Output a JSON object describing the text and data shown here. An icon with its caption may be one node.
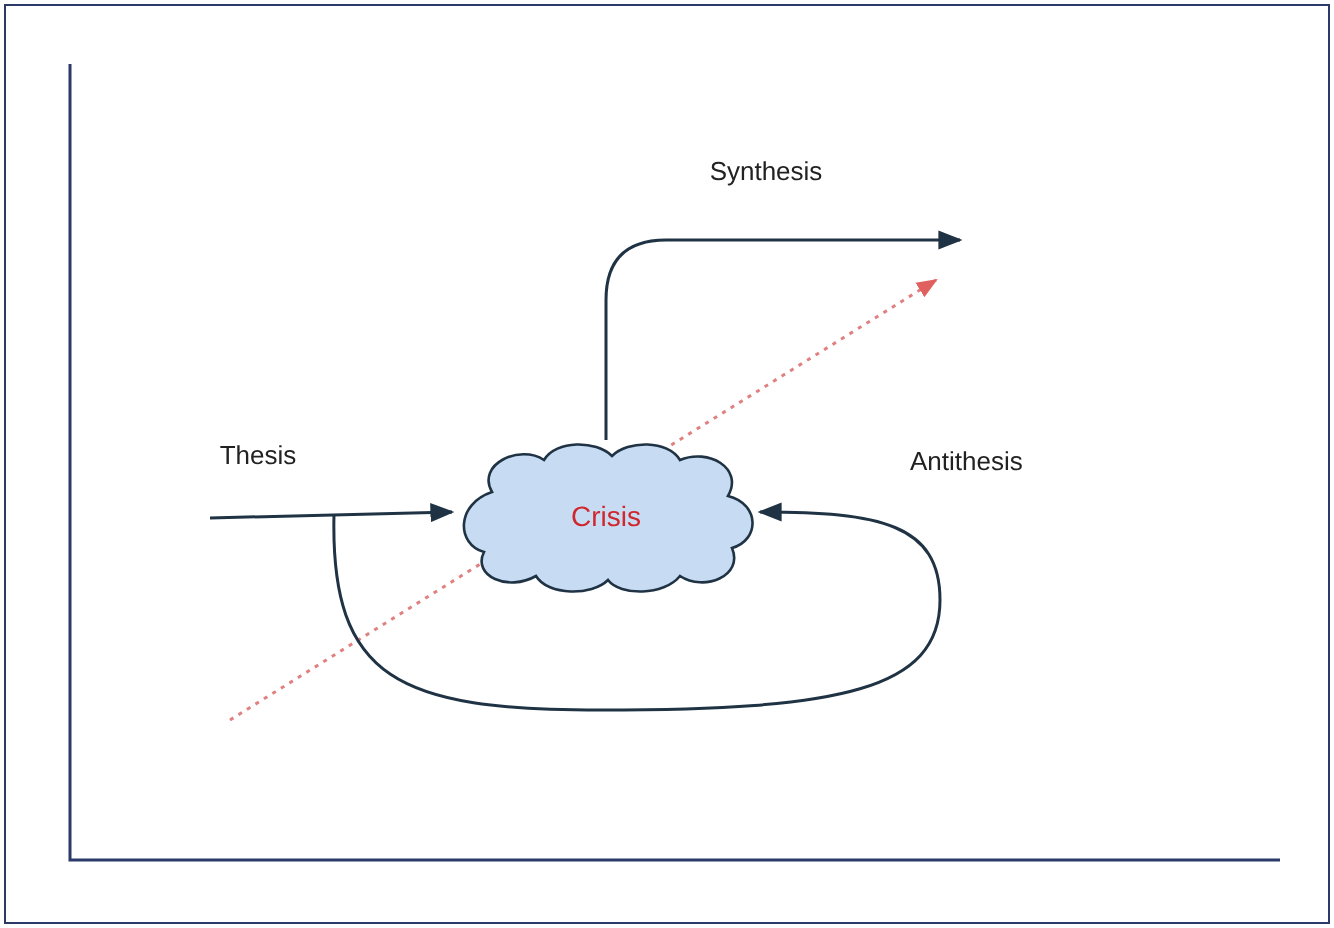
{
  "diagram": {
    "nodes": [
      {
        "text": [
          "Synthesis"
        ]
      },
      {
        "text": [
          "Thesis"
        ]
      },
      {
        "text": [
          "Crisis"
        ]
      }
    ],
    "edges": [
      {
        "from": 1,
        "to": 2,
        "arrow": "to"
      },
      {
        "from": null,
        "to": 2,
        "arrow": "to"
      },
      {
        "from": 2,
        "to": 0,
        "arrow": "to"
      }
    ],
    "labels": [
      "Antithesis"
    ]
  }
}
